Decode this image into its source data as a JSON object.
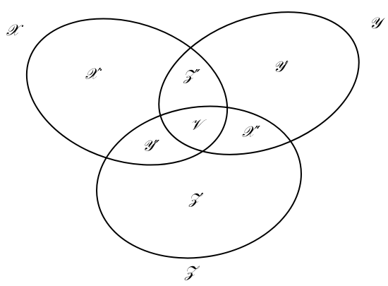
{
  "diagram": {
    "type": "venn-3",
    "stroke_color": "#000000",
    "background": "#ffffff",
    "sets": {
      "x": {
        "label": "𝒳"
      },
      "y": {
        "label": "𝒴"
      },
      "z": {
        "label": "𝒵"
      }
    },
    "regions": {
      "x_only": "𝒳′",
      "y_only": "𝒴′",
      "z_only": "𝒵′",
      "x_and_y": "𝒵″",
      "x_and_z": "𝒴″",
      "y_and_z": "𝒳″",
      "x_y_z": "𝒱"
    }
  }
}
